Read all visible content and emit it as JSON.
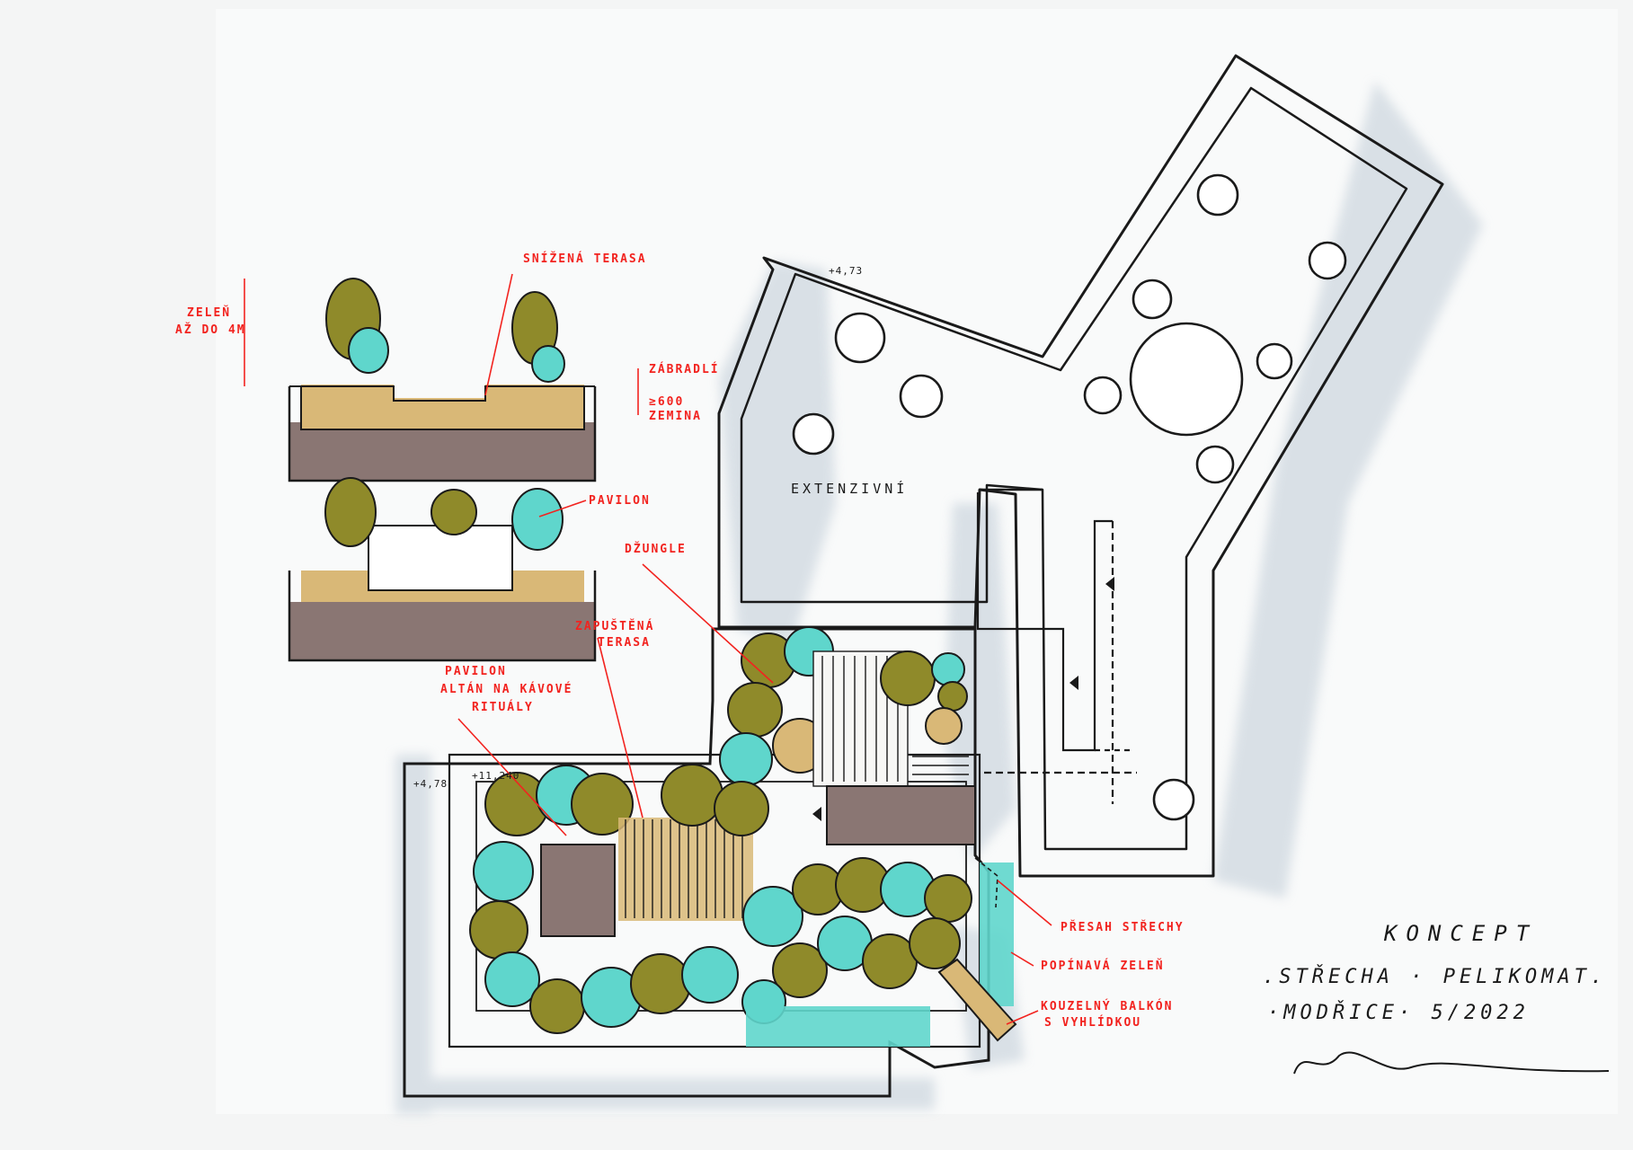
{
  "labels": {
    "snizena_terasa": "SNÍŽENÁ TERASA",
    "zelen_line1": "ZELEŇ",
    "zelen_line2": "AŽ DO 4M",
    "zabradli": "ZÁBRADLÍ",
    "soil_depth": "≥600",
    "zemina": "ZEMINA",
    "pavilon": "PAVILON",
    "dzungle": "DŽUNGLE",
    "zapustena_line1": "ZAPUŠTĚNÁ",
    "zapustena_line2": "TERASA",
    "pavilon_altan_line1": "PAVILON",
    "pavilon_altan_line2": "ALTÁN NA KÁVOVÉ",
    "pavilon_altan_line3": "RITUÁLY",
    "presah_strechy": "PŘESAH STŘECHY",
    "popinava_zelen": "POPÍNAVÁ ZELEŇ",
    "kouzelny_line1": "KOUZELNÝ BALKÓN",
    "kouzelny_line2": "S VYHLÍDKOU",
    "extenzivni": "EXTENZIVNÍ"
  },
  "elevations": {
    "upper": "+4,73",
    "left": "+4,78",
    "terrace": "+11,240"
  },
  "title_block": {
    "title": "KONCEPT",
    "line2": ".STŘECHA · PELIKOMAT.",
    "line3": "·MODŘICE·  5/2022"
  },
  "colors": {
    "ink": "#1a1a1a",
    "annotation": "#f2231f",
    "foliage": "#8f8a2a",
    "foliage_light": "#c2b04a",
    "cyan": "#5fd6cc",
    "soil": "#d9b877",
    "roof_slab": "#8a7673",
    "shadow": "#cdd6df"
  }
}
